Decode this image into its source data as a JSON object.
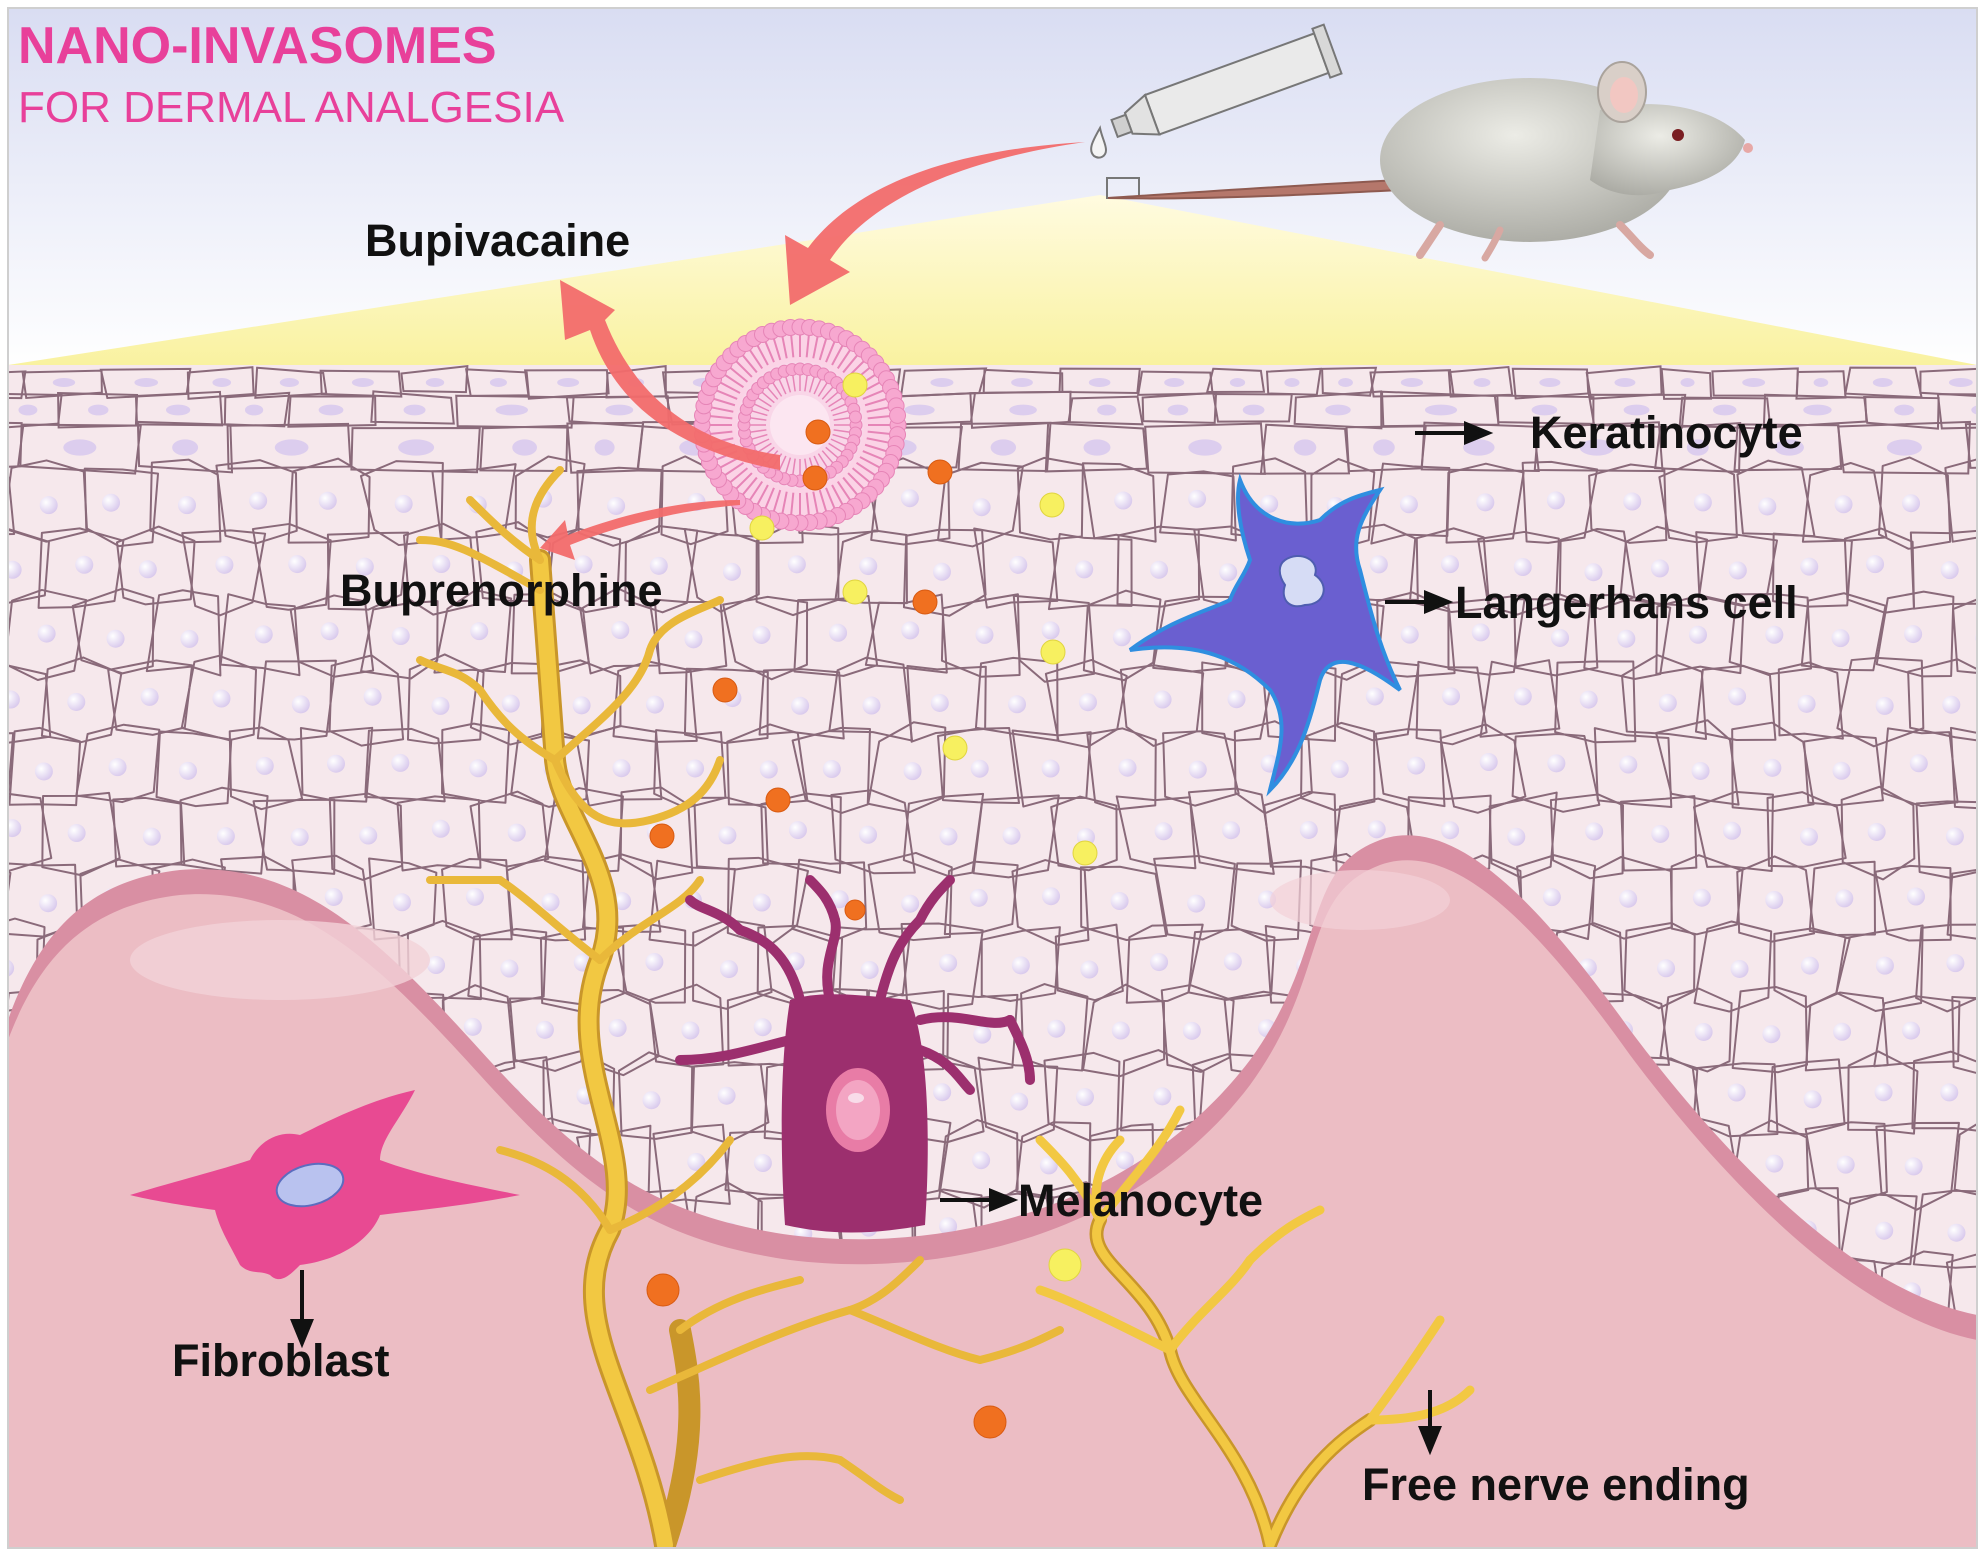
{
  "title": {
    "main": "NANO-INVASOMES",
    "sub": "FOR DERMAL ANALGESIA",
    "color": "#e8409a"
  },
  "labels": {
    "bupivacaine": "Bupivacaine",
    "buprenorphine": "Buprenorphine",
    "keratinocyte": "Keratinocyte",
    "langerhans": "Langerhans cell",
    "melanocyte": "Melanocyte",
    "fibroblast": "Fibroblast",
    "nerve": "Free nerve ending"
  },
  "colors": {
    "epidermis": "#f6e8ec",
    "cell_border": "#8a6a7a",
    "cell_nucleus": "#dccdee",
    "dermis": "#ecbdc4",
    "basement": "#d98fa3",
    "nerve": "#f2c842",
    "nerve_edge": "#c9962a",
    "langerhans": "#6a5fd0",
    "langerhans_edge": "#2f8ee0",
    "melanocyte": "#9c2f6e",
    "fibroblast": "#e84a92",
    "vesicle": "#f7a8d0",
    "bupivacaine_dot": "#f07020",
    "buprenorphine_dot": "#f7f060",
    "arrow": "#f26b6b",
    "light_beam": "#f9f2a0"
  },
  "icons": [
    "ointment-tube-icon",
    "rat-icon",
    "drop-icon"
  ]
}
